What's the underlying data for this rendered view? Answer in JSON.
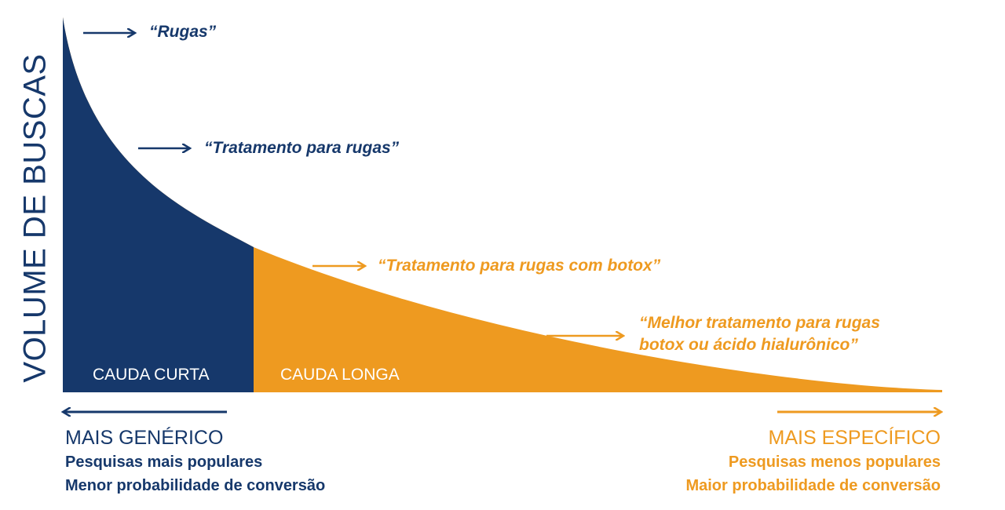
{
  "axis": {
    "y_label": "VOLUME DE BUSCAS"
  },
  "regions": {
    "short_tail_label": "CAUDA CURTA",
    "long_tail_label": "CAUDA LONGA"
  },
  "keywords": [
    "“Rugas”",
    "“Tratamento para rugas”",
    "“Tratamento para rugas com botox”",
    "“Melhor tratamento para rugas",
    "botox ou ácido hialurônico”"
  ],
  "left_side": {
    "title": "MAIS GENÉRICO",
    "line1": "Pesquisas mais populares",
    "line2": "Menor probabilidade de conversão"
  },
  "right_side": {
    "title": "MAIS ESPECÍFICO",
    "line1": "Pesquisas menos populares",
    "line2": "Maior probabilidade de conversão"
  },
  "colors": {
    "navy": "#16386b",
    "orange": "#ee9a20"
  }
}
